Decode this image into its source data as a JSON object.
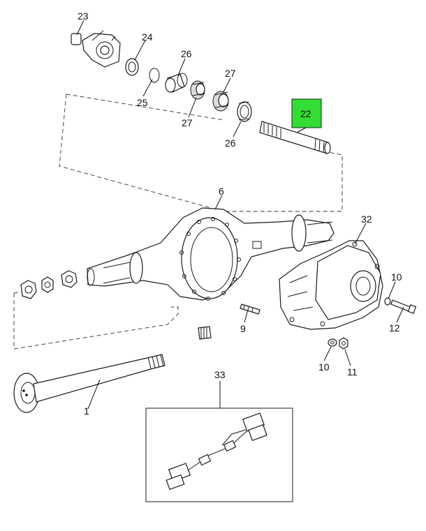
{
  "highlight_color": "#33dd33",
  "callouts": {
    "c23": "23",
    "c24": "24",
    "c25": "25",
    "c26a": "26",
    "c26b": "26",
    "c27a": "27",
    "c27b": "27",
    "c22": "22",
    "c6": "6",
    "c32": "32",
    "c10a": "10",
    "c12": "12",
    "c9": "9",
    "c10b": "10",
    "c11": "11",
    "c1": "1",
    "c33": "33"
  }
}
